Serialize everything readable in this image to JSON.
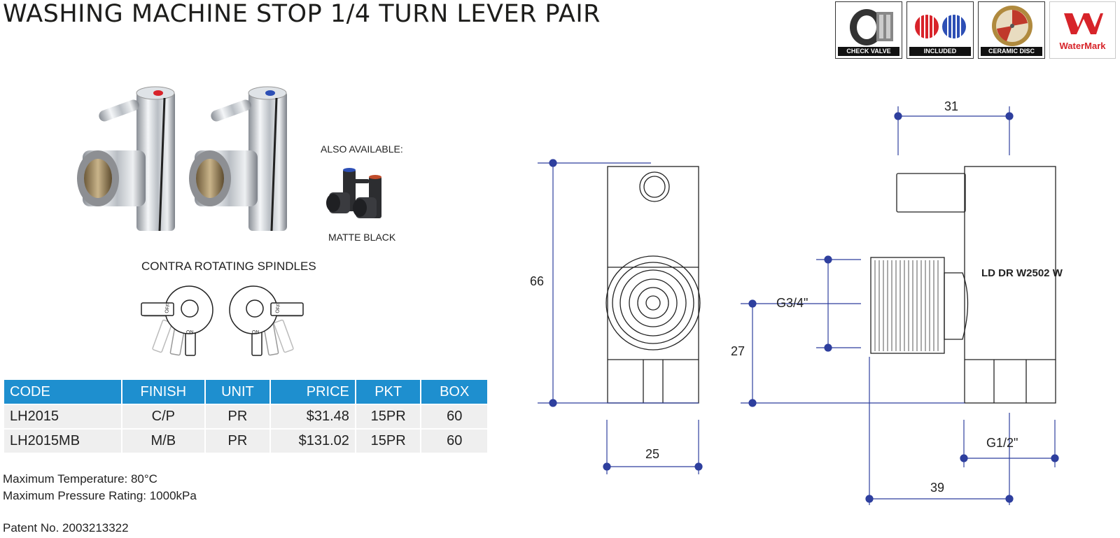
{
  "title": "WASHING MACHINE STOP 1/4 TURN LEVER PAIR",
  "badges": {
    "check_valve": "CHECK VALVE",
    "included": "INCLUDED",
    "ceramic_disc": "CERAMIC DISC",
    "watermark": "WaterMark"
  },
  "also_available": "ALSO AVAILABLE:",
  "matte_black": "MATTE BLACK",
  "contra_heading": "CONTRA ROTATING SPINDLES",
  "diagram_labels": {
    "off": "OFF",
    "on": "ON",
    "body_text": "LD DR W2502 W"
  },
  "table": {
    "headers": [
      "CODE",
      "FINISH",
      "UNIT",
      "PRICE",
      "PKT",
      "BOX"
    ],
    "rows": [
      [
        "LH2015",
        "C/P",
        "PR",
        "$31.48",
        "15PR",
        "60"
      ],
      [
        "LH2015MB",
        "M/B",
        "PR",
        "$131.02",
        "15PR",
        "60"
      ]
    ]
  },
  "notes": {
    "max_temp": "Maximum Temperature: 80°C",
    "max_pressure": "Maximum Pressure Rating: 1000kPa",
    "patent": "Patent No. 2003213322"
  },
  "dimensions": {
    "height_66": "66",
    "width_25": "25",
    "top_31": "31",
    "thread_g34": "G3/4\"",
    "height_27": "27",
    "thread_g12": "G1/2\"",
    "depth_39": "39"
  },
  "colors": {
    "header_blue": "#1e8fcf",
    "dim_blue": "#2e3f9e",
    "hot_red": "#d8232a",
    "cold_blue": "#2d4fb5"
  }
}
